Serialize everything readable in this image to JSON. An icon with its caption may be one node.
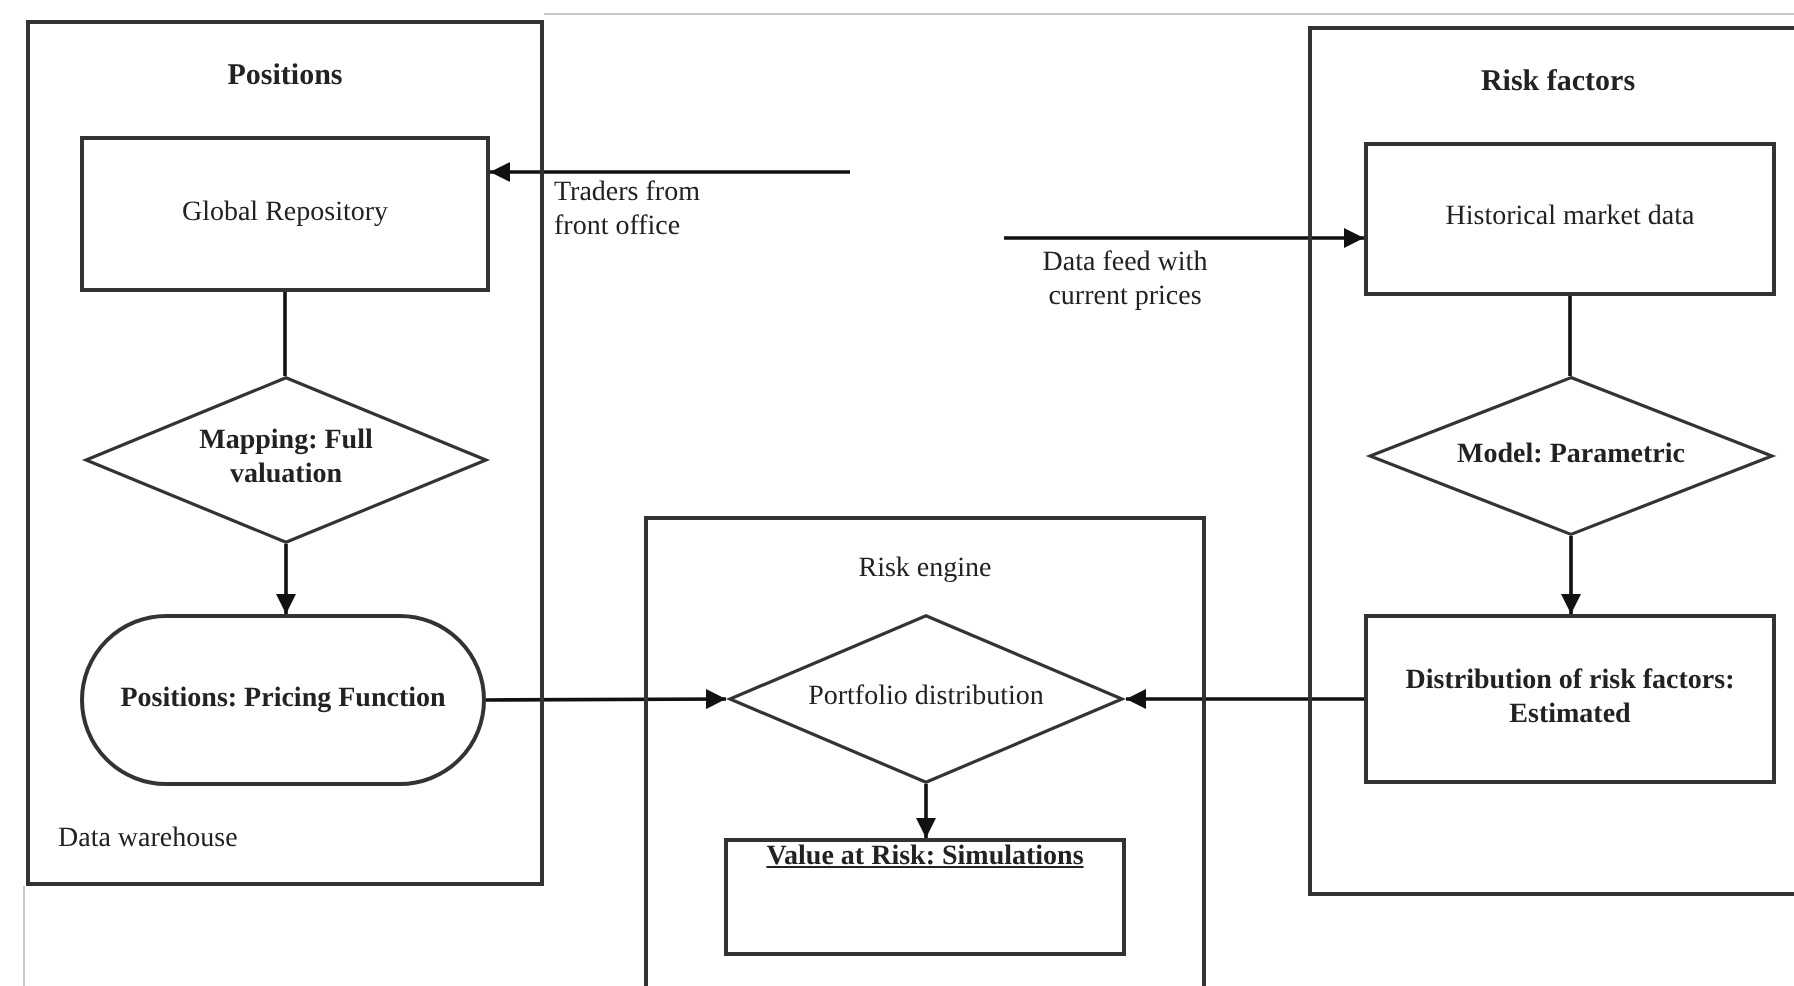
{
  "diagram": {
    "nodes": [
      {
        "text": [
          "Positions",
          "Data warehouse"
        ]
      },
      {
        "text": [
          "Global Repository"
        ],
        "in": 0
      },
      {
        "text": [
          "Mapping: Full valuation"
        ],
        "in": 0
      },
      {
        "text": [
          "Positions: Pricing Function"
        ],
        "in": 0
      },
      {
        "text": [
          "Risk factors"
        ]
      },
      {
        "text": [
          "Historical market data"
        ],
        "in": 4
      },
      {
        "text": [
          "Model: Parametric"
        ],
        "in": 4
      },
      {
        "text": [
          "Distribution of risk factors: Estimated"
        ],
        "in": 4
      },
      {
        "text": [
          "Risk engine"
        ]
      },
      {
        "text": [
          "Portfolio distribution"
        ],
        "in": 8
      },
      {
        "text": [
          "Value at Risk: Simulations"
        ],
        "in": 8
      }
    ],
    "edges": [
      {
        "from": null,
        "to": 1,
        "arrow": "to",
        "label": "Traders from front office"
      },
      {
        "from": null,
        "to": 5,
        "arrow": "to",
        "label": "Data feed with current prices"
      },
      {
        "from": 1,
        "to": 2,
        "arrow": "none"
      },
      {
        "from": 2,
        "to": 3,
        "arrow": "to"
      },
      {
        "from": 3,
        "to": 9,
        "arrow": "to"
      },
      {
        "from": 7,
        "to": 9,
        "arrow": "to"
      },
      {
        "from": 5,
        "to": 6,
        "arrow": "none"
      },
      {
        "from": 6,
        "to": 7,
        "arrow": "to"
      },
      {
        "from": 9,
        "to": 10,
        "arrow": "to"
      }
    ]
  }
}
